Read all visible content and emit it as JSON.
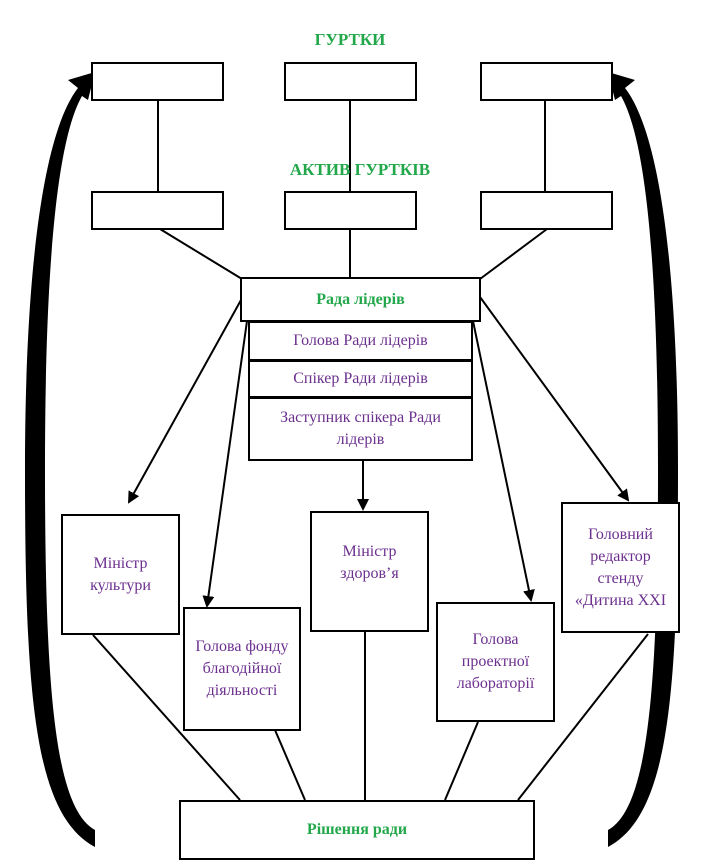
{
  "headings": {
    "clubs": "ГУРТКИ",
    "clubs_activists": "АКТИВ ГУРТКІВ"
  },
  "council": {
    "title": "Рада лідерів",
    "head": "Голова Ради лідерів",
    "speaker": "Спікер Ради лідерів",
    "deputy_speaker": "Заступник спікера Ради лідерів"
  },
  "ministers": {
    "culture": "Міністр культури",
    "charity_fund": "Голова фонду благодійної діяльності",
    "health": "Міністр здоров’я",
    "project_lab": "Голова проектної лабораторії",
    "stand_editor": "Головний редактор стенду «Дитина ХХІ"
  },
  "decisions": {
    "title": "Рішення ради"
  },
  "colors": {
    "heading": "#22a84a",
    "role_text": "#6b2f8e",
    "stroke": "#000000"
  }
}
